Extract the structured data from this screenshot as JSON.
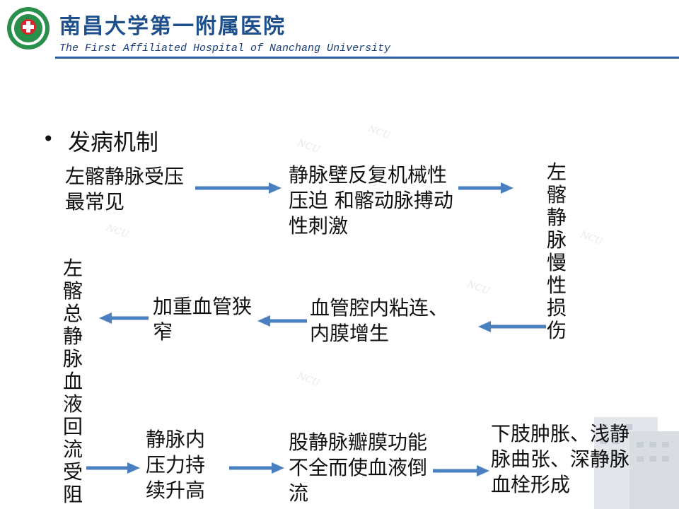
{
  "header": {
    "hospital_cn": "南昌大学第一附属医院",
    "hospital_en": "The First Affiliated Hospital of Nanchang University"
  },
  "section": {
    "bullet": "•",
    "title": "发病机制"
  },
  "nodes": {
    "n1": "左髂静脉受压最常见",
    "n2": "静脉壁反复机械性压迫 和髂动脉搏动性刺激",
    "n3": "左髂静脉慢性损伤",
    "n4": "血管腔内粘连、内膜增生",
    "n5": "加重血管狭窄",
    "n6": "左髂总静脉血液回流受阻",
    "n7": "静脉内压力持续升高",
    "n8": "股静脉瓣膜功能不全而使血液倒流",
    "n9": "下肢肿胀、浅静脉曲张、深静脉血栓形成"
  },
  "colors": {
    "arrow": "#4a7fc0",
    "brand": "#1c4f8c"
  }
}
